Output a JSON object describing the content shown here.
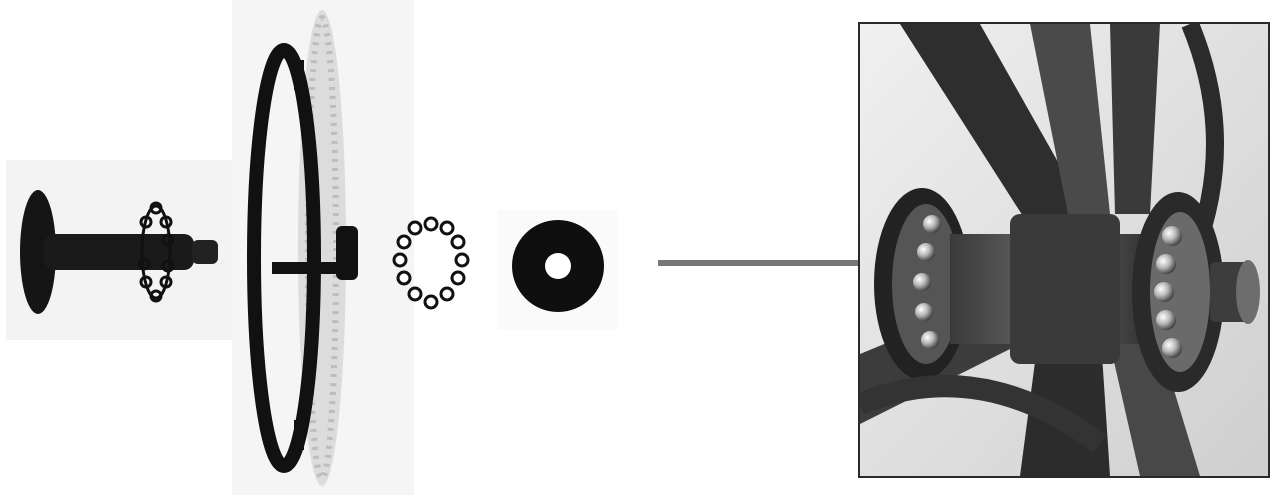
{
  "figure": {
    "parts": [
      {
        "id": "axle-with-bearing-ring",
        "icon": "axle-icon"
      },
      {
        "id": "wheel-with-hub",
        "icon": "wheel-icon"
      },
      {
        "id": "ball-bearing-ring",
        "icon": "bearing-ring-icon"
      },
      {
        "id": "washer",
        "icon": "washer-icon"
      }
    ],
    "detail_photo": {
      "icon": "wheel-hub-bearing-closeup-icon"
    },
    "colors": {
      "part_black": "#111111",
      "panel_bg": "#f3f3f3",
      "connector": "#777777",
      "photo_frame": "#2a2a2a"
    }
  }
}
